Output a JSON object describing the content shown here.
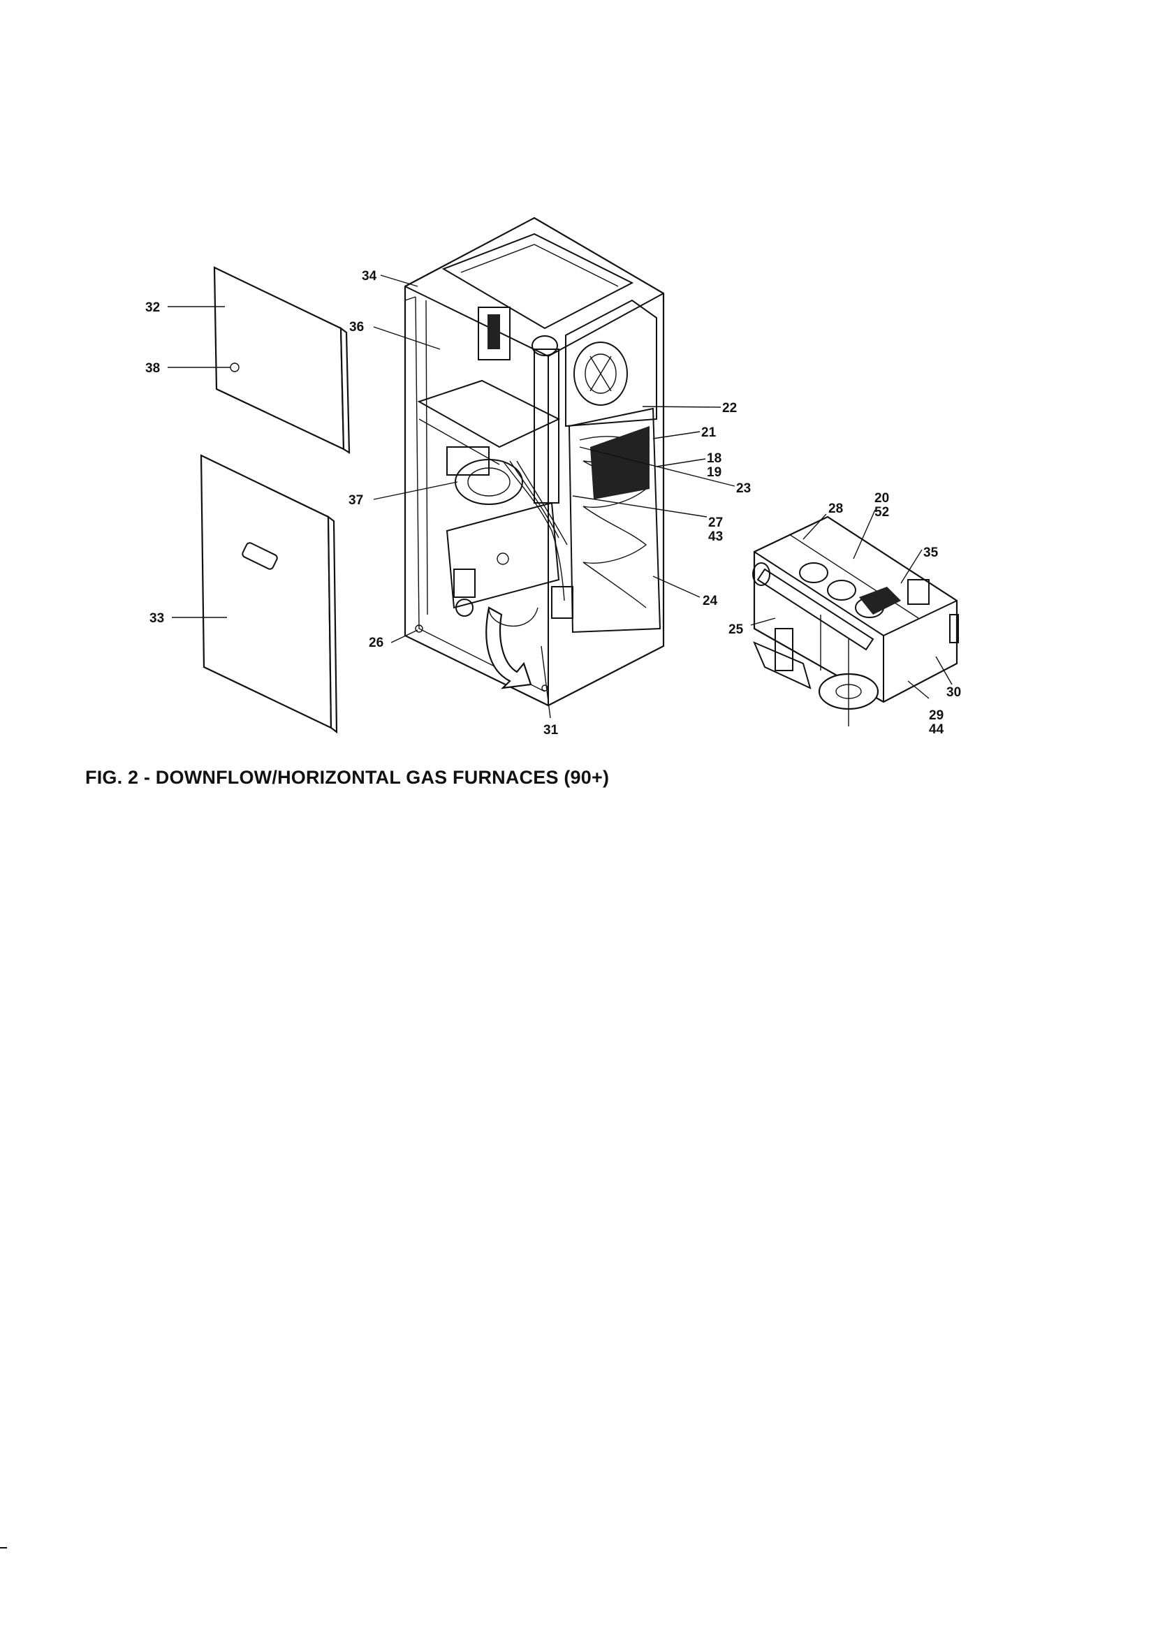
{
  "figure": {
    "caption": "FIG. 2 - DOWNFLOW/HORIZONTAL GAS FURNACES (90+)"
  },
  "callouts": {
    "c32": "32",
    "c38": "38",
    "c33": "33",
    "c34": "34",
    "c36": "36",
    "c37": "37",
    "c26": "26",
    "c31": "31",
    "c22": "22",
    "c21": "21",
    "c18": "18",
    "c19": "19",
    "c23": "23",
    "c27": "27",
    "c43": "43",
    "c24": "24",
    "c28": "28",
    "c20": "20",
    "c52": "52",
    "c35": "35",
    "c25": "25",
    "c30": "30",
    "c29": "29",
    "c44": "44"
  }
}
